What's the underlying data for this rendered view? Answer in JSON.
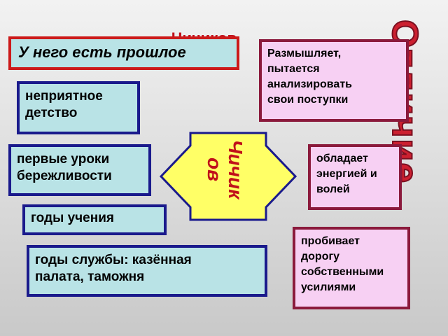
{
  "title": "Чичиков",
  "center_label_line1": "Чичик",
  "center_label_line2": "ов",
  "side_word": "Отличие",
  "header": "У него есть прошлое",
  "left_items": [
    {
      "line1": "неприятное",
      "line2": "детство"
    },
    {
      "line1": "первые уроки",
      "line2": "бережливости"
    },
    {
      "line1": "годы учения"
    },
    {
      "line1": "годы службы: казённая",
      "line2": "палата, таможня"
    }
  ],
  "right_items": [
    {
      "lines": [
        "Размышляет,",
        "пытается",
        "анализировать",
        "свои поступки"
      ]
    },
    {
      "lines": [
        "обладает",
        "энергией и",
        "волей"
      ]
    },
    {
      "lines": [
        "пробивает",
        "дорогу",
        "собственными",
        "усилиями"
      ]
    }
  ],
  "colors": {
    "left_box_fill": "#b9e3e6",
    "left_box_border": "#1a1a8c",
    "right_box_fill": "#f7d0f3",
    "right_box_border": "#8b1a3c",
    "arrow_fill": "#ffff66",
    "accent_red": "#cc2030"
  }
}
